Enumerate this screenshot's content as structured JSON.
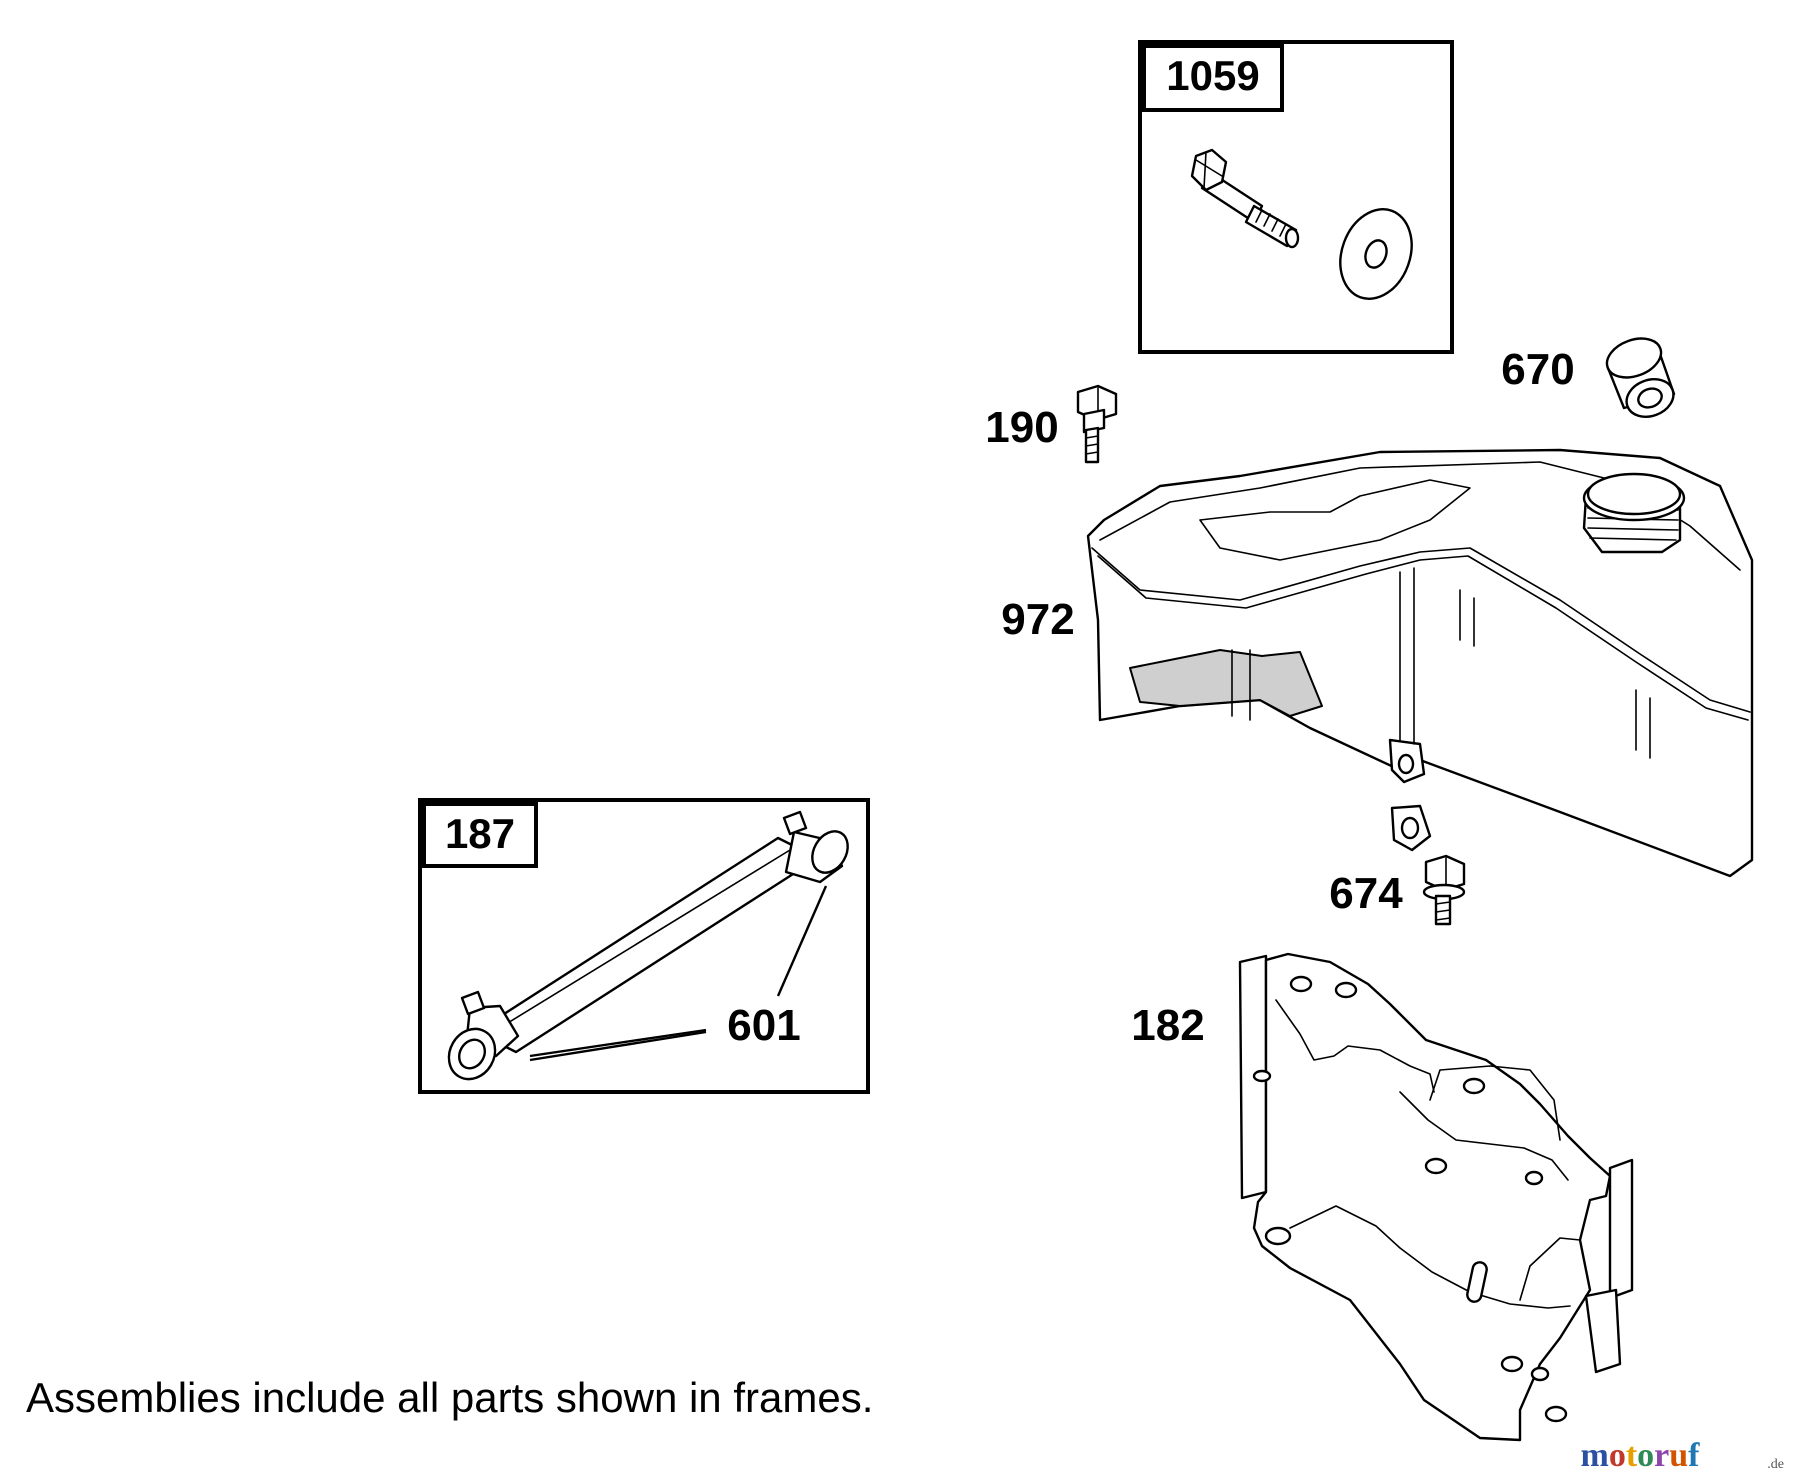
{
  "parts": {
    "p1059": "1059",
    "p670": "670",
    "p190": "190",
    "p972": "972",
    "p187": "187",
    "p601": "601",
    "p674": "674",
    "p182": "182"
  },
  "note": "Assemblies include all parts shown in frames.",
  "watermark": {
    "text": "motoruf",
    "suffix": ".de",
    "colors": [
      "#2b4fa3",
      "#c0392b",
      "#e6a100",
      "#2e8b57",
      "#8e44ad",
      "#d35400",
      "#1f77b4"
    ]
  }
}
